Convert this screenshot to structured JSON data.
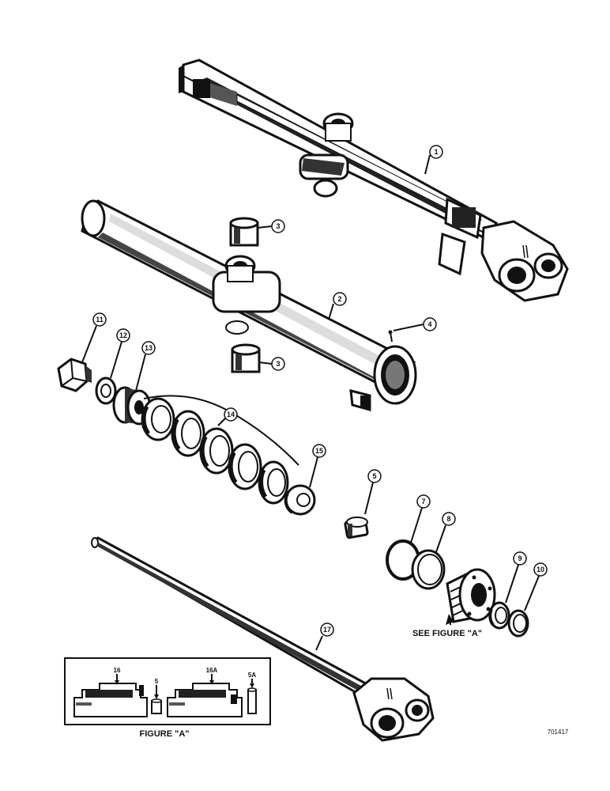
{
  "callouts": [
    {
      "id": "c1",
      "text": "1"
    },
    {
      "id": "c2",
      "text": "2"
    },
    {
      "id": "c3a",
      "text": "3"
    },
    {
      "id": "c3b",
      "text": "3"
    },
    {
      "id": "c4",
      "text": "4"
    },
    {
      "id": "c5",
      "text": "5"
    },
    {
      "id": "c7",
      "text": "7"
    },
    {
      "id": "c8",
      "text": "8"
    },
    {
      "id": "c9",
      "text": "9"
    },
    {
      "id": "c10",
      "text": "10"
    },
    {
      "id": "c11",
      "text": "11"
    },
    {
      "id": "c12",
      "text": "12"
    },
    {
      "id": "c13",
      "text": "13"
    },
    {
      "id": "c14",
      "text": "14"
    },
    {
      "id": "c15",
      "text": "15"
    },
    {
      "id": "c17",
      "text": "17"
    }
  ],
  "labels": {
    "see_figure": "SEE FIGURE \"A\"",
    "figure_caption": "FIGURE \"A\"",
    "inset_16": "16",
    "inset_5": "5",
    "inset_16a": "16A",
    "inset_5a": "5A",
    "drawing_number": "701417"
  }
}
